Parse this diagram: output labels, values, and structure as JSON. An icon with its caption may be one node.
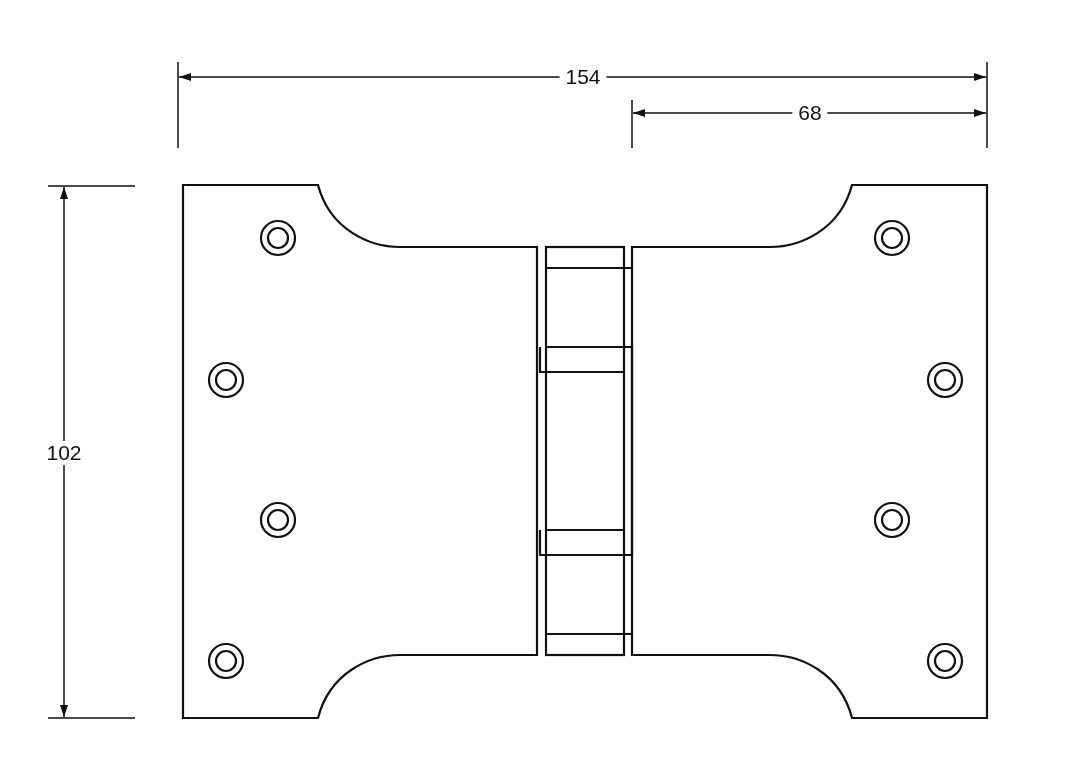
{
  "diagram": {
    "labels": [
      "154",
      "68",
      "102"
    ]
  }
}
